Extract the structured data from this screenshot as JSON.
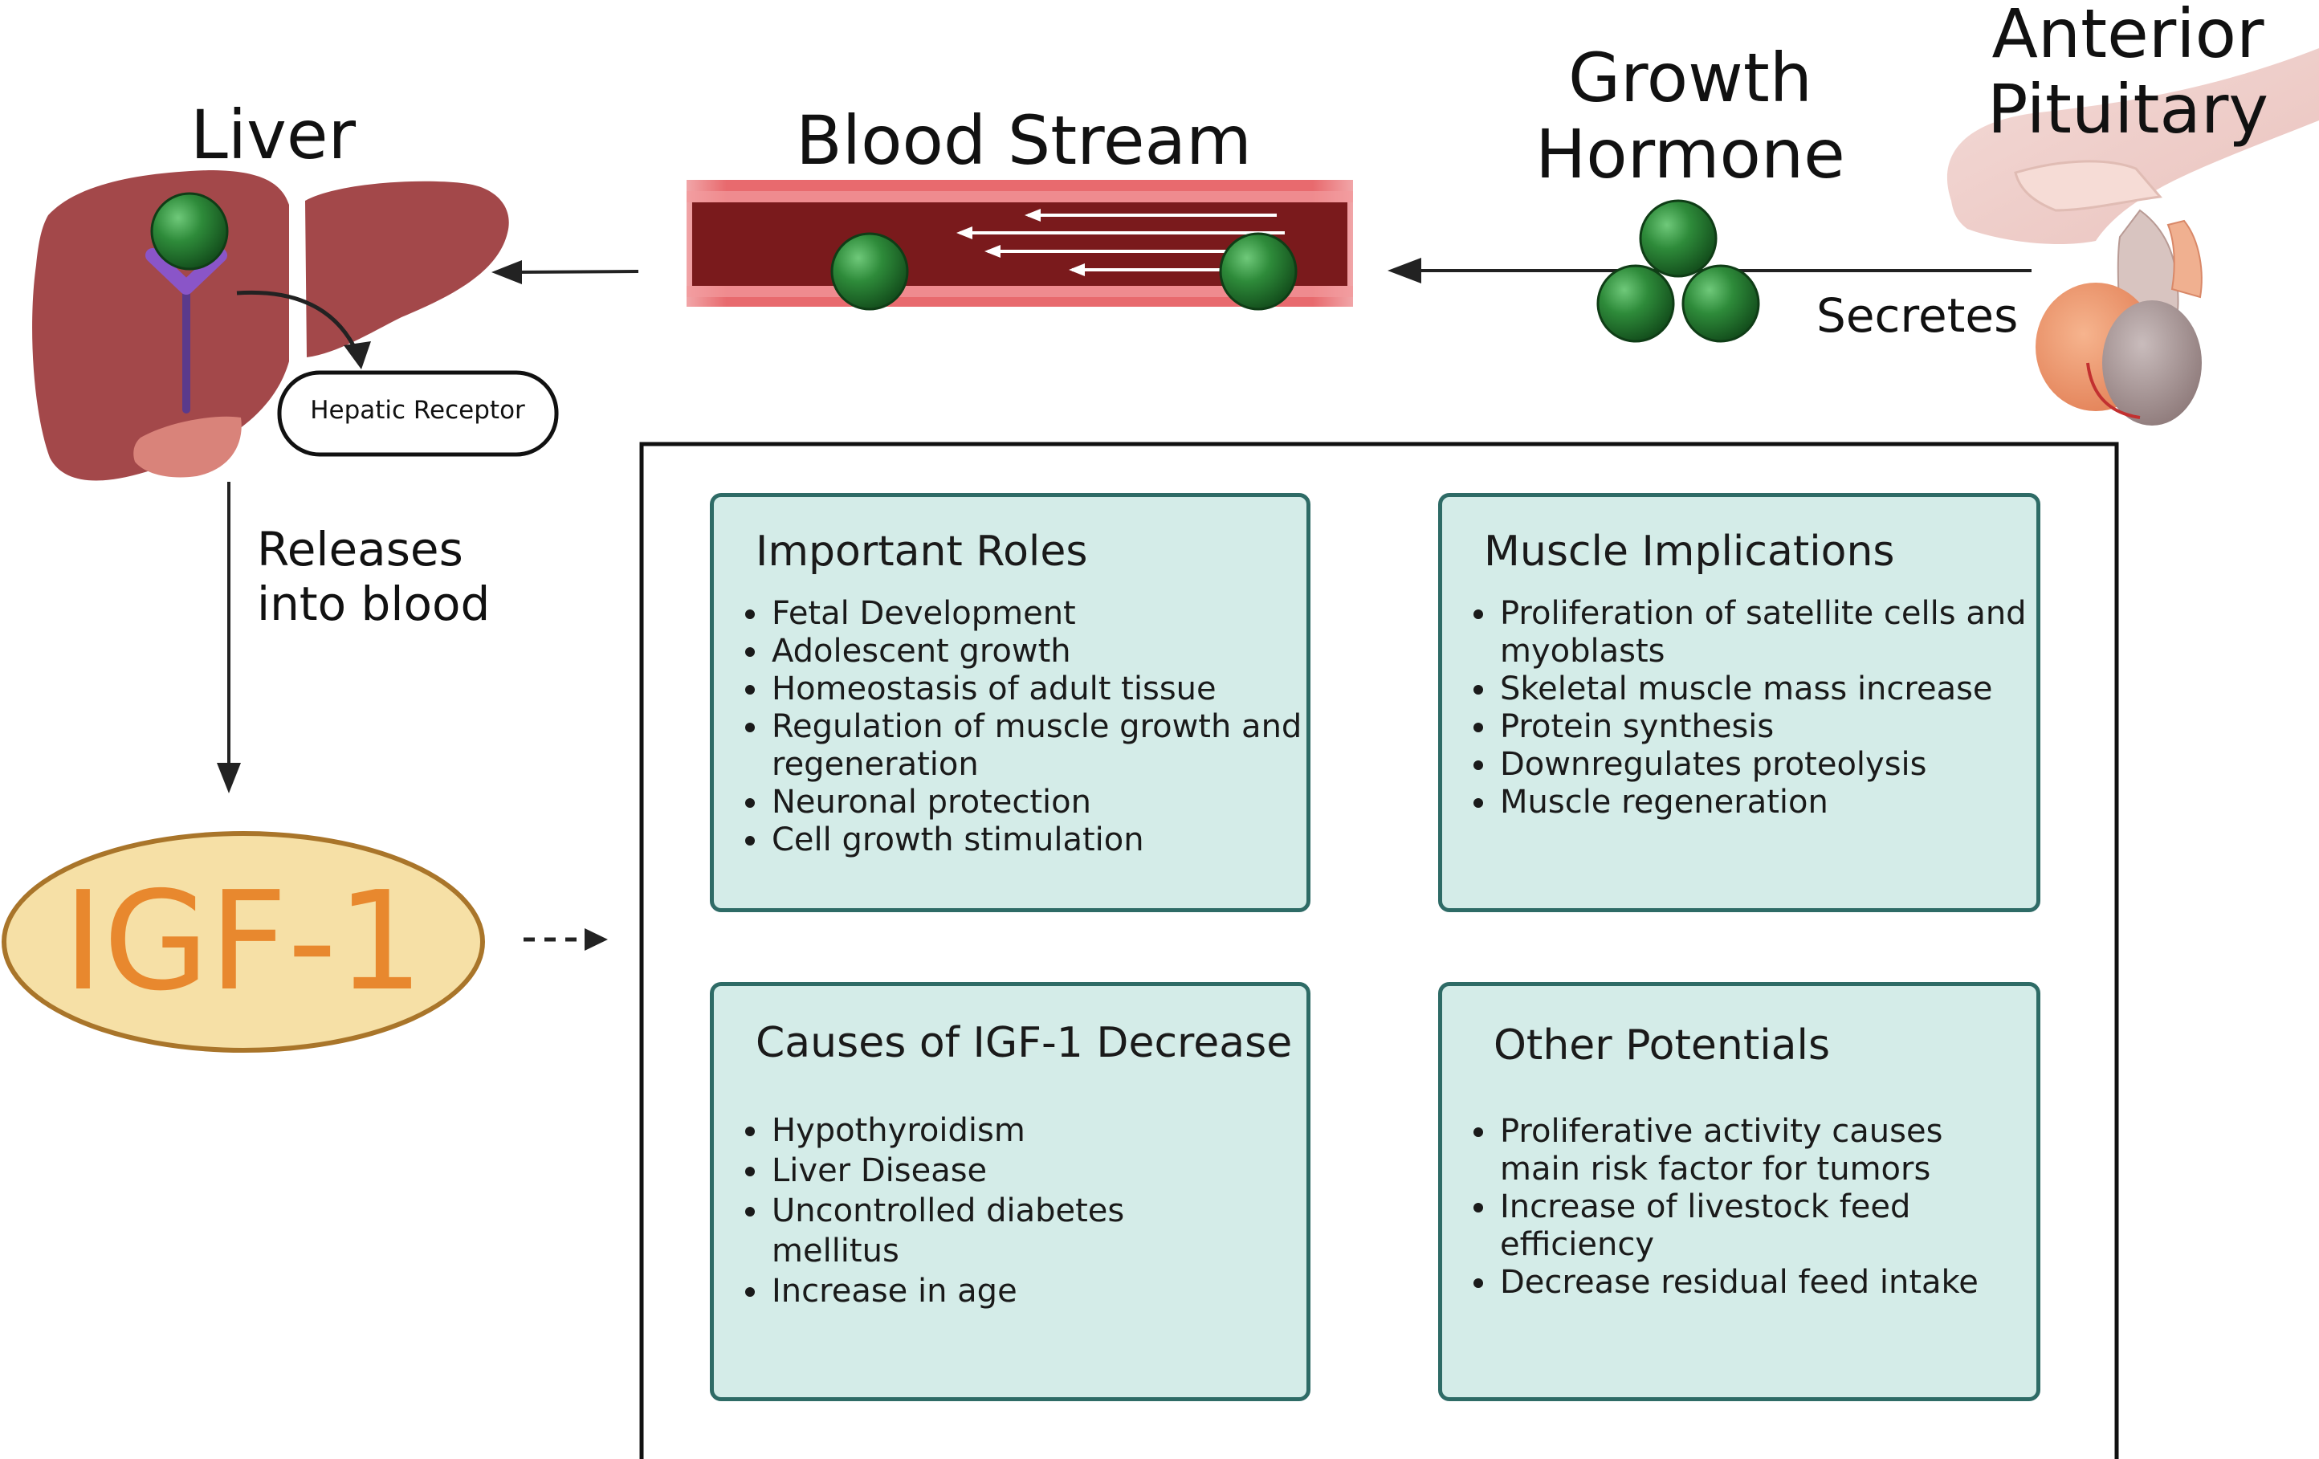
{
  "labels": {
    "liver": "Liver",
    "blood_stream": "Blood Stream",
    "growth_hormone": [
      "Growth",
      "Hormone"
    ],
    "anterior_pituitary": [
      "Anterior",
      "Pituitary"
    ],
    "secretes": "Secretes",
    "hepatic_receptor": "Hepatic Receptor",
    "releases_into_blood": [
      "Releases",
      "into blood"
    ],
    "igf1": "IGF-1"
  },
  "cards": {
    "important_roles": {
      "title": "Important Roles",
      "items": [
        "Fetal Development",
        "Adolescent growth",
        "Homeostasis of adult tissue",
        "Regulation of muscle growth and  regeneration",
        "Neuronal protection",
        "Cell growth stimulation"
      ]
    },
    "muscle_implications": {
      "title": "Muscle Implications",
      "items": [
        "Proliferation of satellite cells and myoblasts",
        "Skeletal muscle mass increase",
        "Protein synthesis",
        "Downregulates proteolysis",
        "Muscle regeneration"
      ]
    },
    "causes_of_decrease": {
      "title": "Causes of IGF-1 Decrease",
      "items": [
        "Hypothyroidism",
        "Liver Disease",
        "Uncontrolled diabetes mellitus",
        "Increase in age"
      ]
    },
    "other_potentials": {
      "title": "Other Potentials",
      "items": [
        "Proliferative activity causes main risk factor for tumors",
        "Increase of livestock feed efficiency",
        "Decrease residual feed intake"
      ]
    }
  },
  "colors": {
    "liver": "#a3484a",
    "liver_lobe": "#d9837a",
    "blood_vessel_outer": "#e86a6e",
    "blood_vessel_inner": "#7a1a1c",
    "hormone_green": "#2e8b3a",
    "receptor_purple": "#8a55c8",
    "igf_fill": "#f6e0a6",
    "igf_text": "#e8882e",
    "card_fill": "#d4ece8",
    "card_border": "#2e6b66",
    "pituitary": "#e8a07c"
  }
}
